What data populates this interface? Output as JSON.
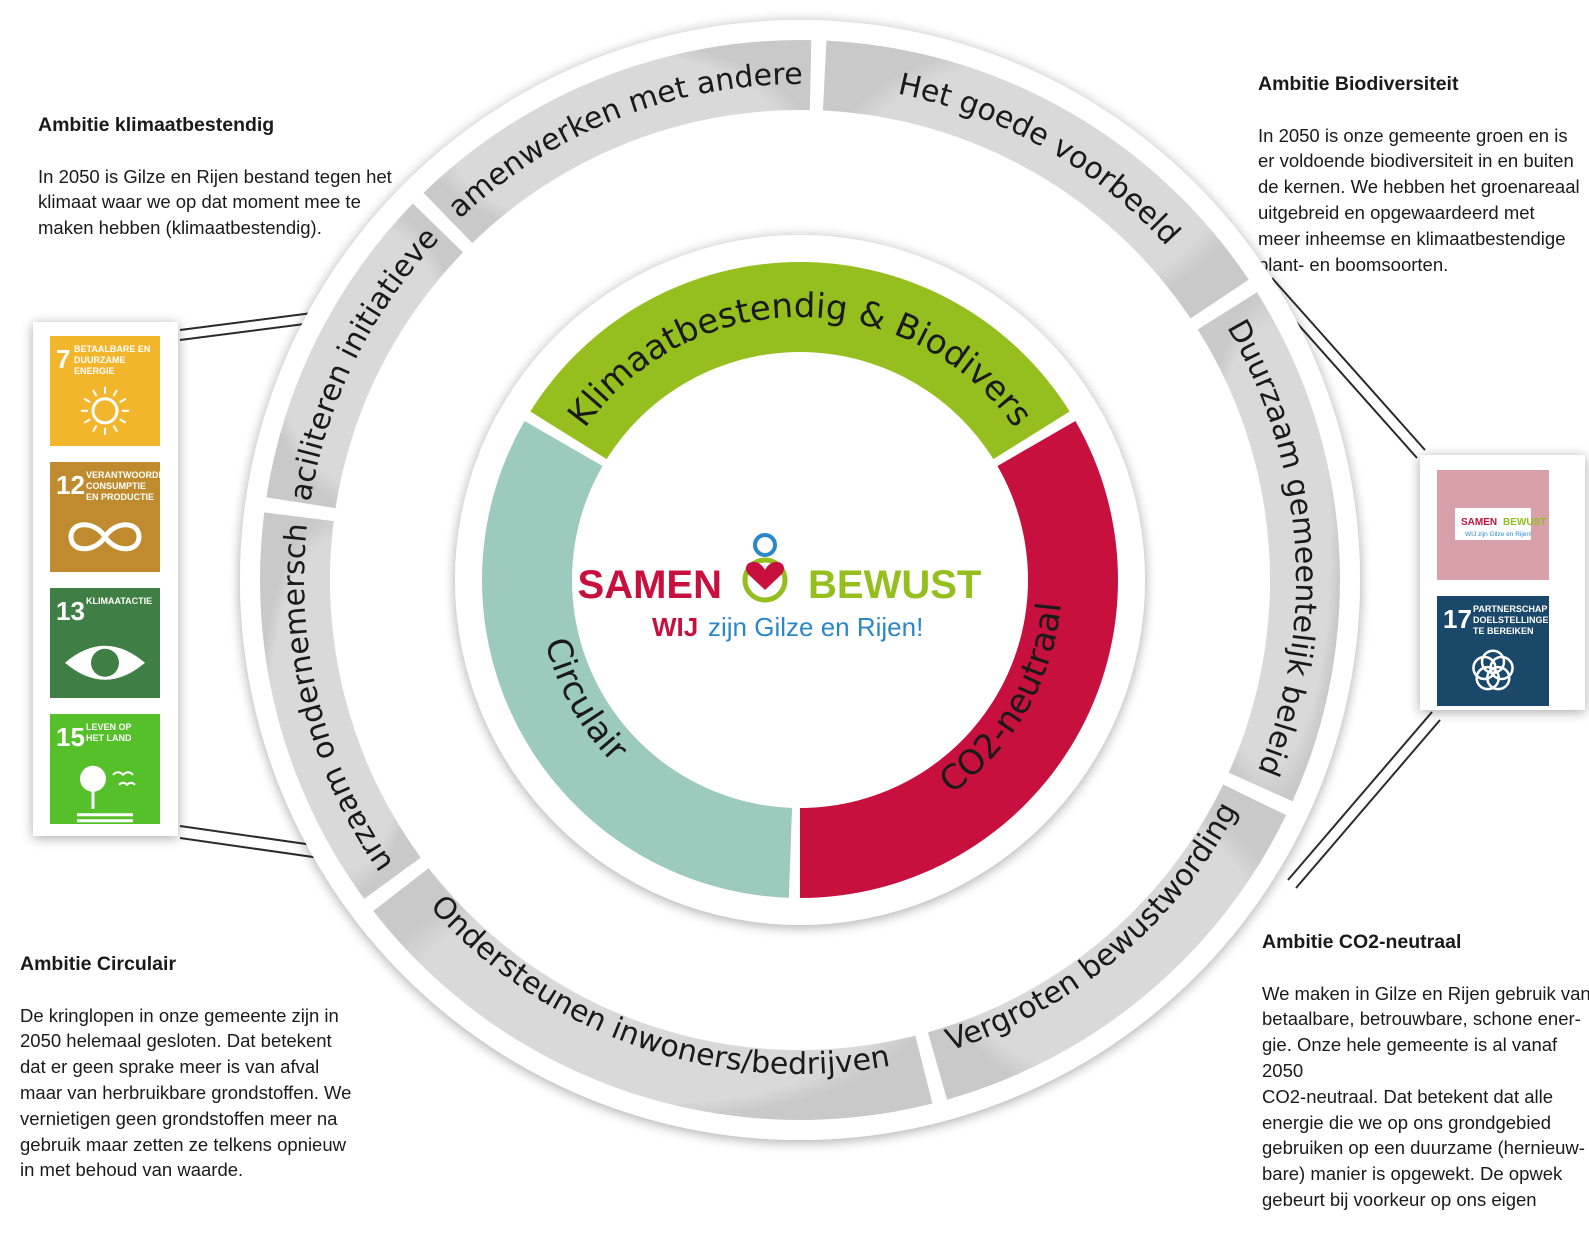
{
  "ambitions": {
    "klimaat": {
      "title": "Ambitie klimaatbestendig",
      "text": "In 2050 is Gilze en Rijen bestand tegen het\nklimaat waar we op dat moment mee te\nmaken hebben (klimaatbestendig)."
    },
    "biodiversiteit": {
      "title": "Ambitie Biodiversiteit",
      "text": "In 2050 is onze gemeente groen en is\ner voldoende biodiversiteit in en buiten\nde kernen. We hebben het groenareaal\nuitgebreid en opgewaardeerd met\nmeer inheemse en klimaatbestendige\nplant- en boomsoorten."
    },
    "circulair": {
      "title": "Ambitie Circulair",
      "text": "De kringlopen in onze gemeente zijn in\n2050 helemaal gesloten. Dat betekent\ndat er geen sprake meer is van afval\nmaar van herbruikbare grondstoffen. We\nvernietigen geen grondstoffen meer na\ngebruik maar zetten ze telkens opnieuw\nin met behoud van waarde."
    },
    "co2": {
      "title": "Ambitie CO2-neutraal",
      "text": "We maken in Gilze en Rijen gebruik van\nbetaalbare, betrouwbare, schone ener-\ngie. Onze hele gemeente is al vanaf 2050\nCO2-neutraal. Dat betekent dat alle\nenergie die we op ons grondgebied\ngebruiken op een duurzame (hernieuw-\nbare) manier is opgewekt. De opwek\ngebeurt bij voorkeur op ons eigen"
    }
  },
  "outer_ring": [
    "Het goede voorbeeld",
    "Duurzaam gemeentelijk beleid",
    "Vergroten bewustwording",
    "Ondersteunen inwoners/bedrijven",
    "Duurzaam ondernemerschap",
    "Faciliteren initiatieven",
    "Samenwerken met anderen"
  ],
  "inner_ring": [
    {
      "label": "Klimaatbestendig & Biodivers",
      "color": "#95bf1e"
    },
    {
      "label": "CO2-neutraal",
      "color": "#c8103e"
    },
    {
      "label": "Circulair",
      "color": "#9ccabc"
    }
  ],
  "logo": {
    "word_left": "SAMEN",
    "word_right": "BEWUST",
    "tag_bold": "WIJ",
    "tag_rest": "zijn Gilze en Rijen!",
    "red": "#c8103e",
    "green": "#95bf1e",
    "blue": "#2b87c8"
  },
  "sdg_left": [
    {
      "number": "7",
      "line1": "BETAALBARE EN",
      "line2": "DUURZAME",
      "line3": "ENERGIE",
      "color": "#f2b62c",
      "icon": "sun-power-icon"
    },
    {
      "number": "12",
      "line1": "VERANTWOORDE",
      "line2": "CONSUMPTIE",
      "line3": "EN PRODUCTIE",
      "color": "#bf8b2e",
      "icon": "infinity-icon"
    },
    {
      "number": "13",
      "line1": "KLIMAATACTIE",
      "line2": "",
      "line3": "",
      "color": "#3f7e44",
      "icon": "eye-globe-icon"
    },
    {
      "number": "15",
      "line1": "LEVEN OP",
      "line2": "HET LAND",
      "line3": "",
      "color": "#56c02b",
      "icon": "tree-birds-icon"
    }
  ],
  "sdg_right": [
    {
      "number": "",
      "line1": "SAMEN",
      "line2": "BEWUST",
      "line3": "WIJ zijn Gilze en Rijen!",
      "color": "#d8a0a8",
      "icon": "samen-bewust-logo"
    },
    {
      "number": "17",
      "line1": "PARTNERSCHAP OM",
      "line2": "DOELSTELLINGEN",
      "line3": "TE BEREIKEN",
      "color": "#19486a",
      "icon": "rings-icon"
    }
  ]
}
